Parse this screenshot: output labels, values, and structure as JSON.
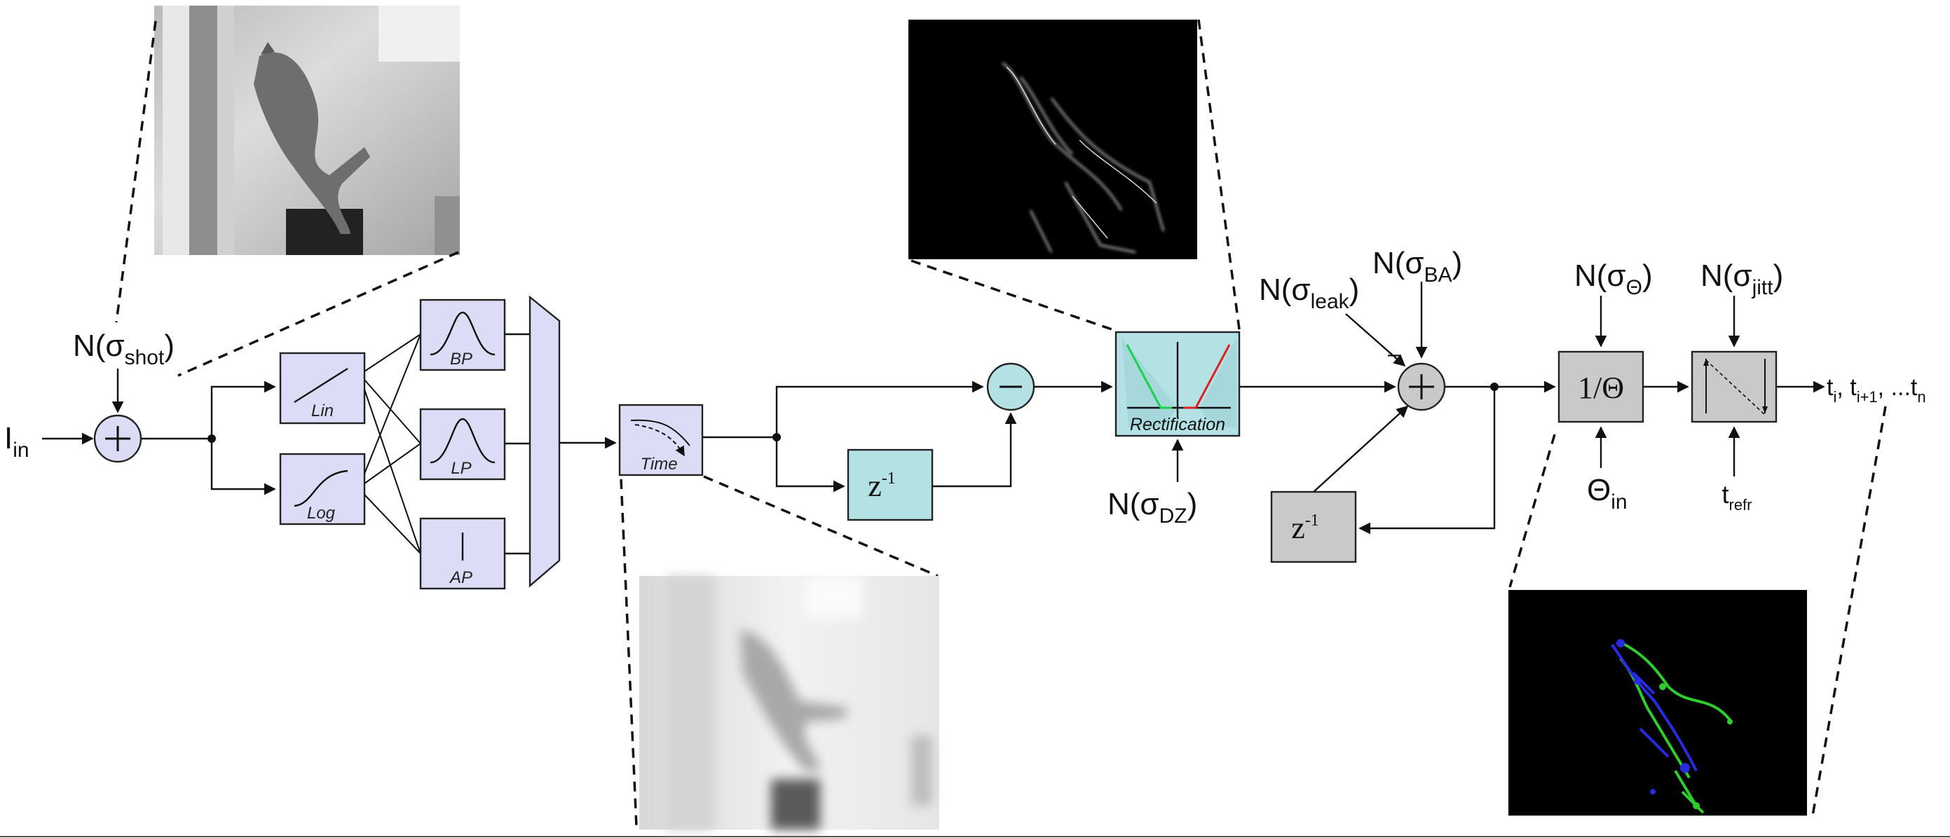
{
  "labels": {
    "input": "I",
    "input_sub": "in",
    "noise_shot": "N(σ",
    "noise_shot_sub": "shot",
    "lin": "Lin",
    "log": "Log",
    "bp": "BP",
    "lp": "LP",
    "ap": "AP",
    "time": "Time",
    "delay": "z",
    "delay_exp": "-1",
    "rectification": "Rectification",
    "noise_dz": "N(σ",
    "noise_dz_sub": "DZ",
    "noise_leak": "N(σ",
    "noise_leak_sub": "leak",
    "noise_ba": "N(σ",
    "noise_ba_sub": "BA",
    "minus_sign": "–",
    "threshold_block": "1/Θ",
    "noise_theta": "N(σ",
    "noise_theta_sub": "Θ",
    "theta_in": "Θ",
    "theta_in_sub": "in",
    "noise_jitt": "N(σ",
    "noise_jitt_sub": "jitt",
    "t_refr": "t",
    "t_refr_sub": "refr",
    "close_paren": ")",
    "output": {
      "t1": "t",
      "t1_sub": "i",
      "comma1": ", t",
      "t2_sub": "i+1",
      "rest": ", ...t",
      "tn_sub": "n"
    }
  },
  "colors": {
    "block_purple": "#dcdcf6",
    "block_teal": "#b4e2e4",
    "block_grey": "#c9c9c9",
    "rect_green": "#19d14a",
    "rect_red": "#e02020",
    "event_green": "#2ecc2e",
    "event_blue": "#2a2ae0"
  },
  "icons": {
    "sum_node": "plus-circle",
    "diff_node": "minus-circle",
    "spike_block": "sawtooth-icon"
  }
}
